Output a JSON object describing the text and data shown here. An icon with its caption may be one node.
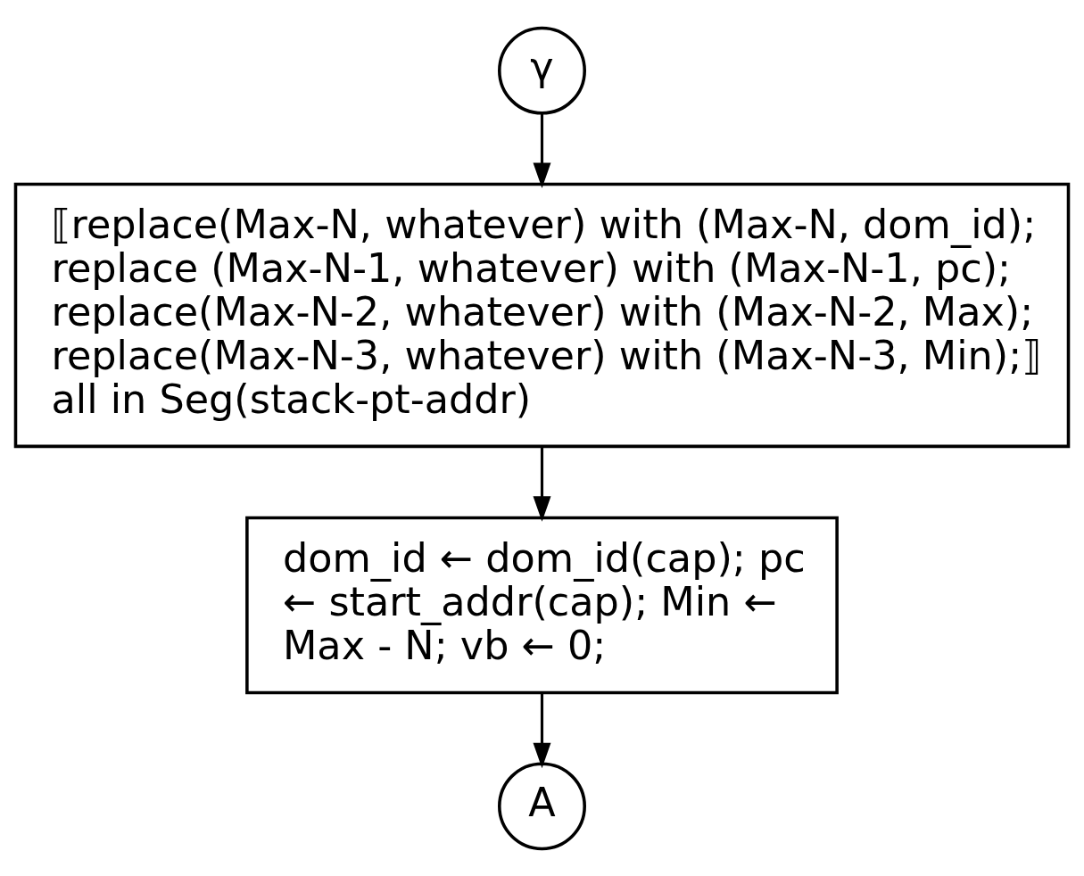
{
  "diagram": {
    "nodes": [
      {
        "text": [
          "γ"
        ]
      },
      {
        "text": [
          "⟦replace(Max-N, whatever) with (Max-N, dom_id); replace (Max-N-1, whatever) with (Max-N-1, pc); replace(Max-N-2, whatever) with (Max-N-2, Max); replace(Max-N-3, whatever) with (Max-N-3, Min);⟧",
          "all in Seg(stack-pt-addr)"
        ]
      },
      {
        "text": [
          "dom_id ← dom_id(cap); pc ← start_addr(cap); Min ← Max - N; vb ← 0;"
        ]
      },
      {
        "text": [
          "A"
        ]
      }
    ],
    "edges": [
      {
        "from": 0,
        "to": 1,
        "arrow": "to"
      },
      {
        "from": 1,
        "to": 2,
        "arrow": "to"
      },
      {
        "from": 2,
        "to": 3,
        "arrow": "to"
      }
    ]
  }
}
